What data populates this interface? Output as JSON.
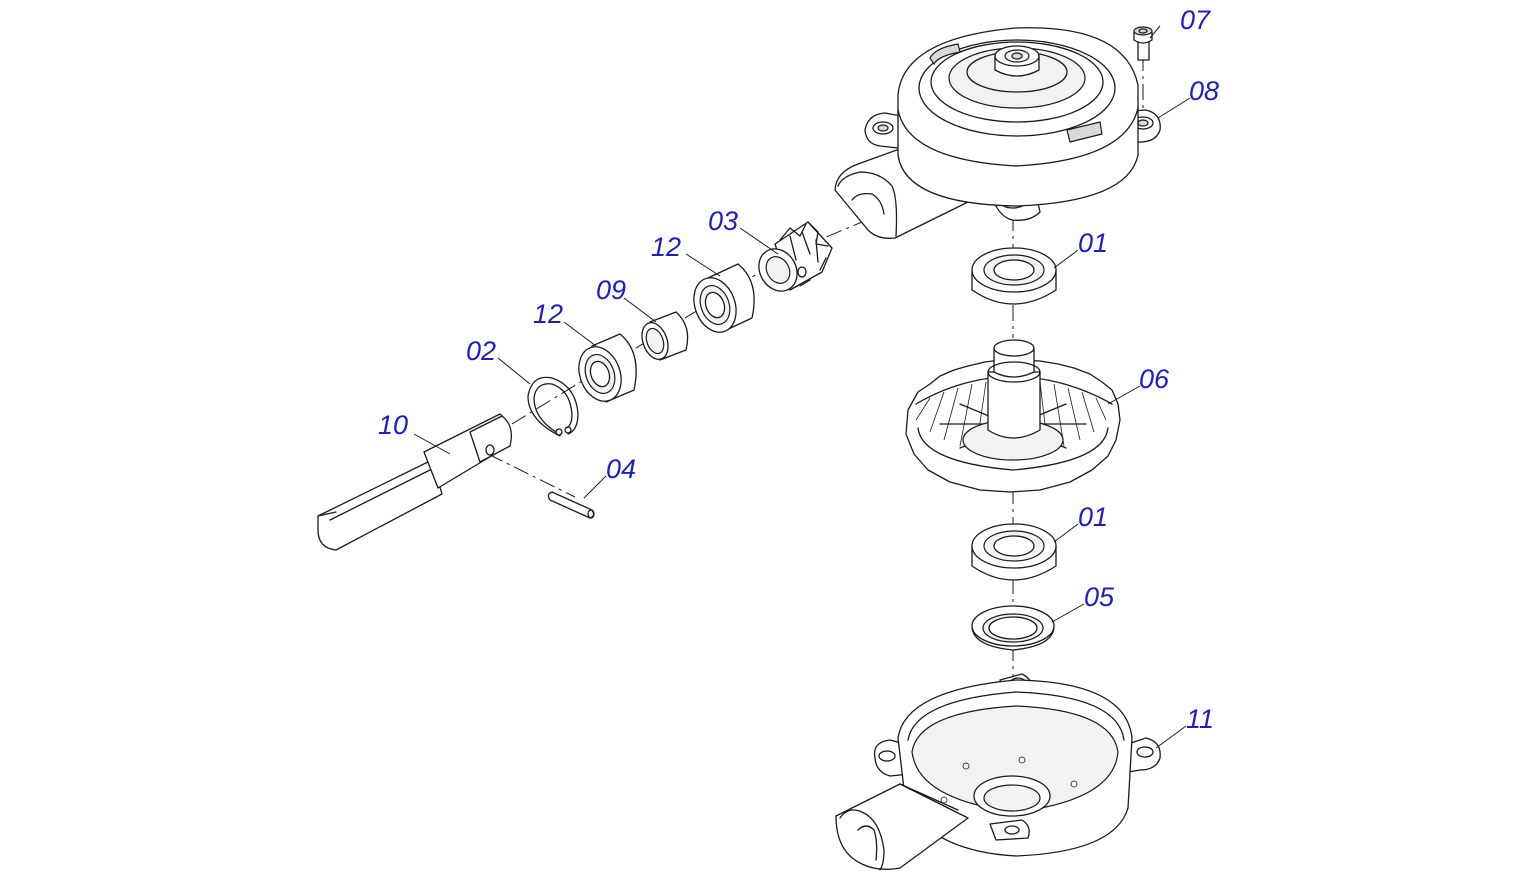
{
  "labels": {
    "l01a": "01",
    "l01b": "01",
    "l02": "02",
    "l03": "03",
    "l04": "04",
    "l05": "05",
    "l06": "06",
    "l07": "07",
    "l08": "08",
    "l09": "09",
    "l10": "10",
    "l11": "11",
    "l12a": "12",
    "l12b": "12"
  },
  "colors": {
    "label": "#1c1cc8",
    "line": "#1a1a1a",
    "background": "#ffffff"
  }
}
